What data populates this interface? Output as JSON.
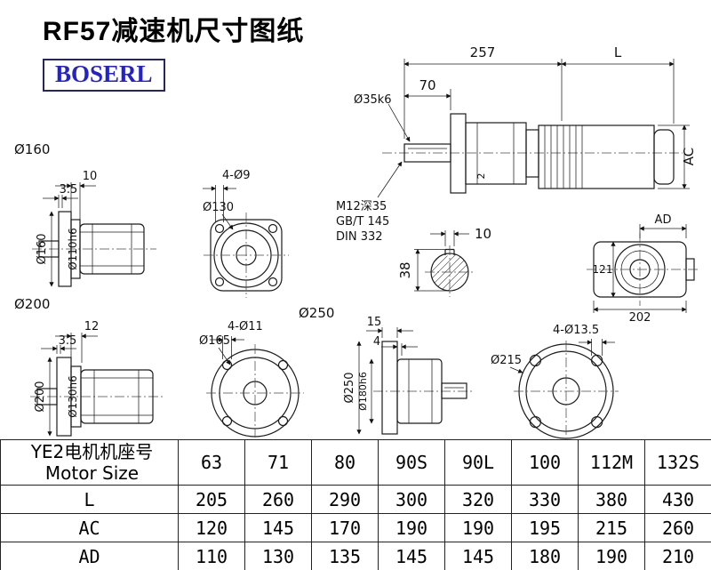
{
  "header": {
    "title": "RF57减速机尺寸图纸",
    "logo": "BOSERL"
  },
  "ann": {
    "main_257": "257",
    "main_L": "L",
    "main_70": "70",
    "main_shaft": "Ø35k6",
    "main_ac": "AC",
    "main_tap": "M12深35",
    "main_std1": "GB/T 145",
    "main_std2": "DIN 332",
    "main_2": "2",
    "key_w": "10",
    "key_h": "38",
    "ad_label": "AD",
    "ad_h": "121",
    "ad_w": "202",
    "s160_title": "Ø160",
    "s160_d10": "10",
    "s160_d35": "3.5",
    "s160_dia": "Ø160",
    "s160_hub": "Ø110h6",
    "f130_dia": "Ø130",
    "f130_holes": "4-Ø9",
    "s200_title": "Ø200",
    "s200_d12": "12",
    "s200_d35": "3.5",
    "s200_dia": "Ø200",
    "s200_hub": "Ø130h6",
    "f165_title": "Ø250",
    "f165_dia": "Ø165",
    "f165_holes": "4-Ø11",
    "s250_d15": "15",
    "s250_d4": "4",
    "s250_dia": "Ø250",
    "s250_hub": "Ø180h6",
    "f215_dia": "Ø215",
    "f215_holes": "4-Ø13.5"
  },
  "table": {
    "header_cn": "YE2电机机座号",
    "header_en": "Motor Size",
    "sizes": [
      "63",
      "71",
      "80",
      "90S",
      "90L",
      "100",
      "112M",
      "132S"
    ],
    "rows": [
      {
        "label": "L",
        "values": [
          "205",
          "260",
          "290",
          "300",
          "320",
          "330",
          "380",
          "430"
        ]
      },
      {
        "label": "AC",
        "values": [
          "120",
          "145",
          "170",
          "190",
          "190",
          "195",
          "215",
          "260"
        ]
      },
      {
        "label": "AD",
        "values": [
          "110",
          "130",
          "135",
          "145",
          "145",
          "180",
          "190",
          "210"
        ]
      }
    ]
  }
}
